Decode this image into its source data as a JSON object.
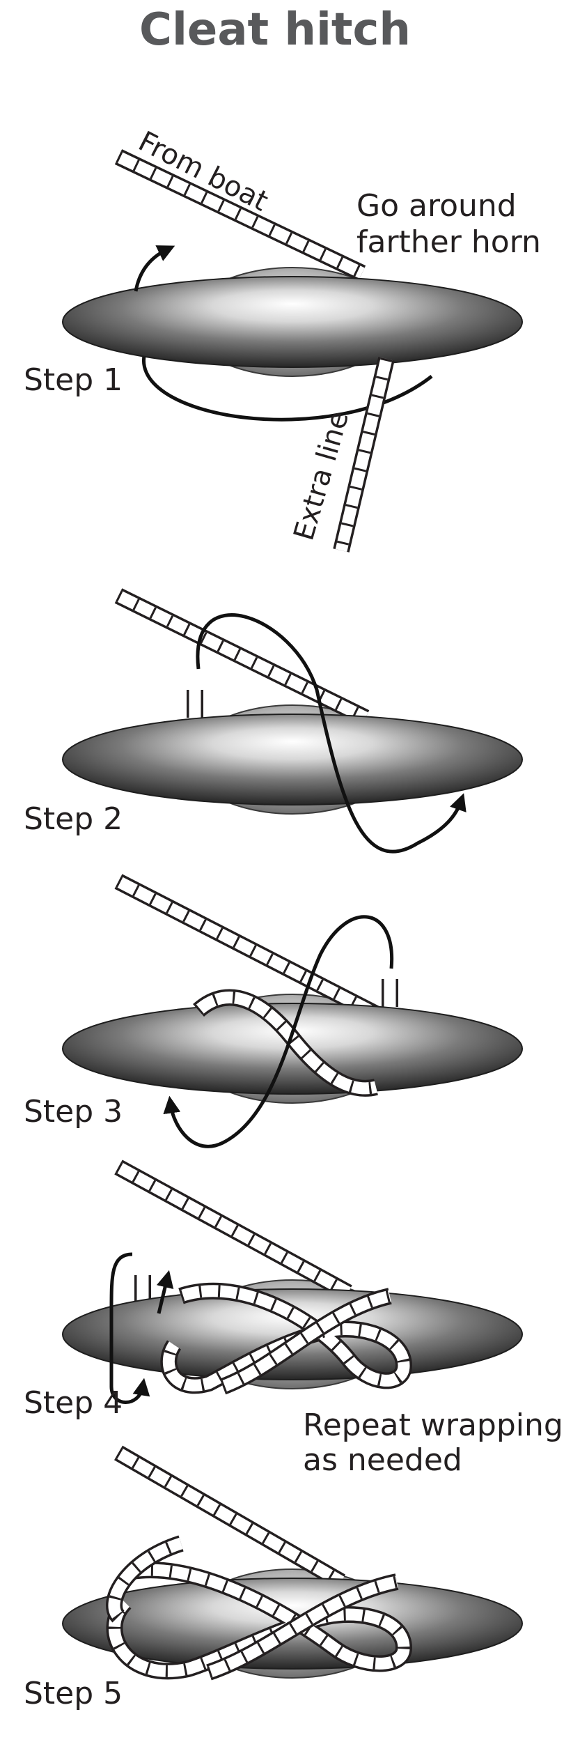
{
  "title": "Cleat hitch",
  "steps": [
    {
      "label": "Step 1"
    },
    {
      "label": "Step 2"
    },
    {
      "label": "Step 3"
    },
    {
      "label": "Step 4"
    },
    {
      "label": "Step 5"
    }
  ],
  "annotations": {
    "from_boat": "From boat",
    "go_around_line1": "Go around",
    "go_around_line2": "farther horn",
    "extra_line": "Extra line",
    "repeat_line1": "Repeat wrapping",
    "repeat_line2": "as needed"
  },
  "colors": {
    "title": "#58595b",
    "text": "#231f20",
    "cleat_dark": "#2b2b2b",
    "cleat_light": "#ffffff",
    "rope_outline": "#231f20",
    "rope_fill": "#ffffff"
  }
}
